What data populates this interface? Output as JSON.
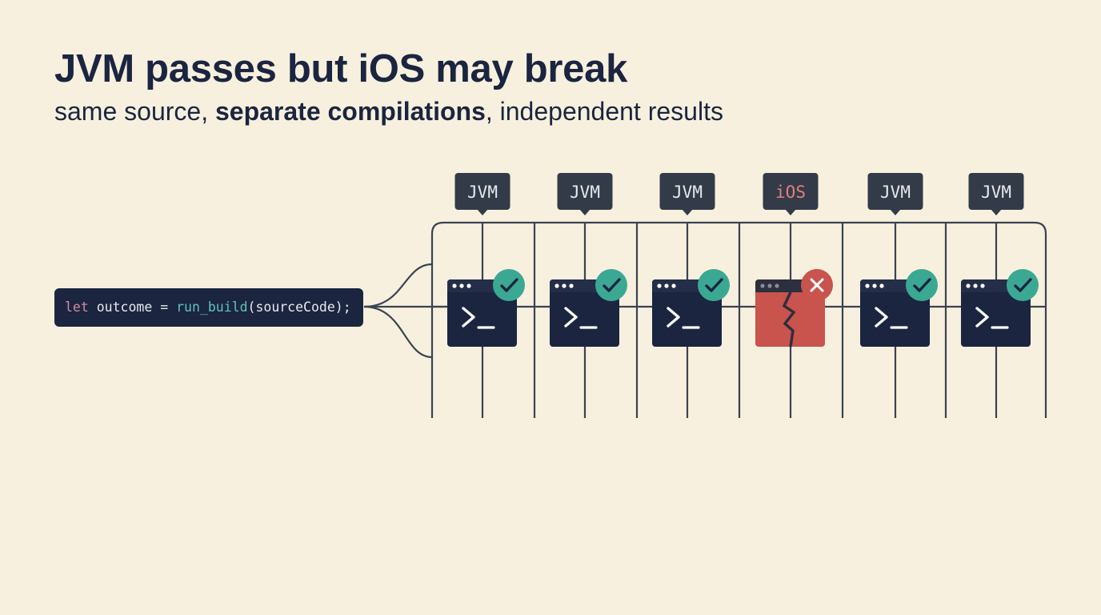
{
  "title": "JVM passes but iOS may break",
  "subtitle": {
    "lead": "same source, ",
    "emphasis": "separate compilations",
    "tail": ", independent results"
  },
  "code": {
    "keyword": "let",
    "variable": "outcome",
    "operator": "=",
    "function": "run_build",
    "argument": "(sourceCode);"
  },
  "targets": [
    {
      "label": "JVM",
      "status": "pass",
      "icon": "check-icon"
    },
    {
      "label": "JVM",
      "status": "pass",
      "icon": "check-icon"
    },
    {
      "label": "JVM",
      "status": "pass",
      "icon": "check-icon"
    },
    {
      "label": "iOS",
      "status": "fail",
      "icon": "cross-icon"
    },
    {
      "label": "JVM",
      "status": "pass",
      "icon": "check-icon"
    },
    {
      "label": "JVM",
      "status": "pass",
      "icon": "check-icon"
    }
  ],
  "terminal_prompt": ">_",
  "colors": {
    "background": "#f7f0de",
    "navy": "#1b2540",
    "line": "#3a4350",
    "pass": "#3ba894",
    "fail": "#c9534d",
    "fail_text": "#e08078",
    "label_bg": "#333b48"
  }
}
